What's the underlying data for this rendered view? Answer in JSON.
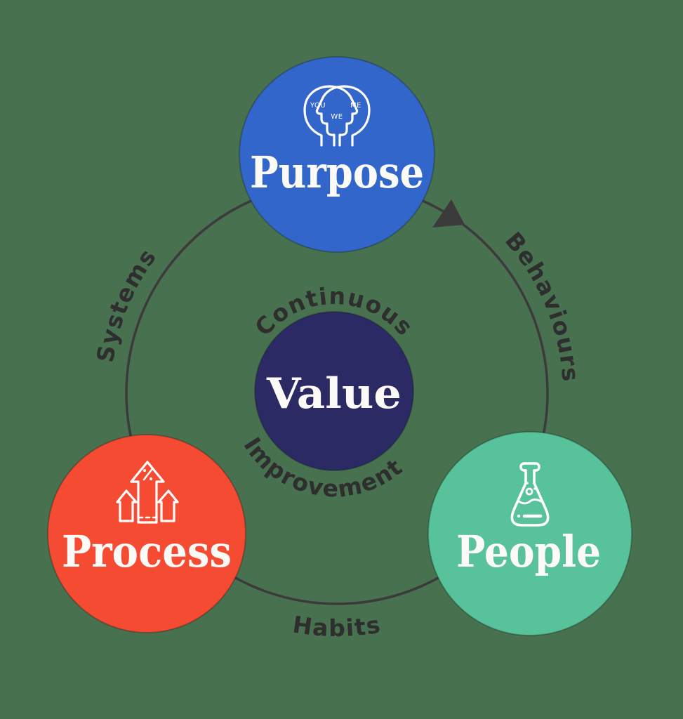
{
  "background_color": "#47714F",
  "ring": {
    "color": "#3B3B3B",
    "label_color": "#2E2E2E",
    "labels": {
      "upper_left": "Systems",
      "upper_right": "Behaviours",
      "bottom": "Habits"
    }
  },
  "center": {
    "label": "Value",
    "color": "#2B2A64",
    "text_color": "#FBFAF7",
    "arc_labels": {
      "top": "Continuous",
      "bottom": "Improvement"
    }
  },
  "nodes": [
    {
      "id": "purpose",
      "label": "Purpose",
      "color": "#3366CB",
      "text_color": "#FBFAF7",
      "icon": "overlapping-heads",
      "icon_labels": {
        "left": "YOU",
        "center": "WE",
        "right": "ME"
      }
    },
    {
      "id": "process",
      "label": "Process",
      "color": "#F54B33",
      "text_color": "#FBFAF7",
      "icon": "growth-arrows"
    },
    {
      "id": "people",
      "label": "People",
      "color": "#58C29B",
      "text_color": "#FBFAF7",
      "icon": "flask"
    }
  ]
}
